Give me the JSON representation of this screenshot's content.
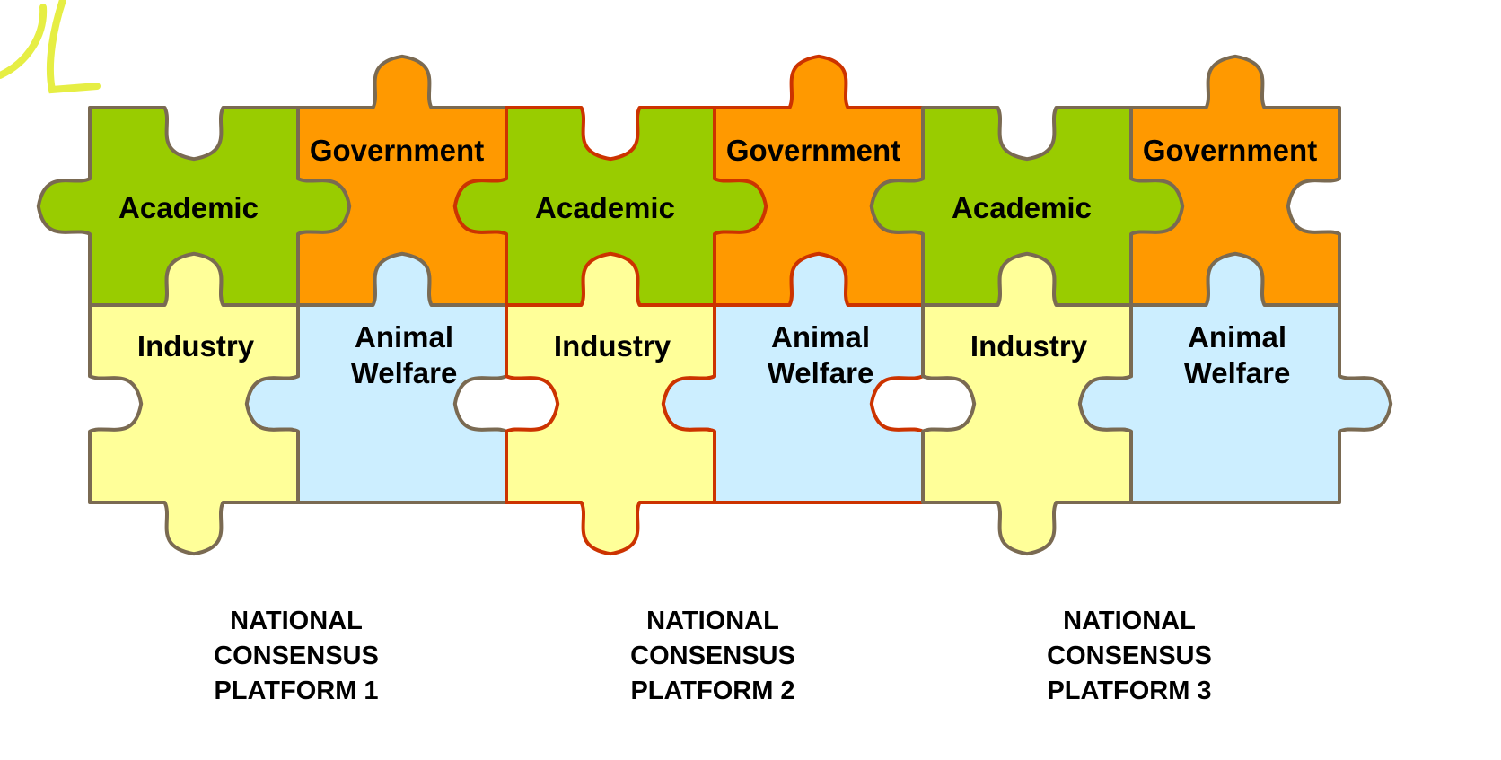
{
  "colors": {
    "academic": "#99cc00",
    "government": "#ff9900",
    "industry": "#ffff99",
    "animal_welfare": "#cceeff",
    "outline_default": "#7a6a52",
    "outline_highlight": "#cc3300",
    "decoration": "#e6ee44"
  },
  "platforms": [
    {
      "academic": "Academic",
      "government": "Government",
      "industry": "Industry",
      "animal_welfare": [
        "Animal",
        "Welfare"
      ],
      "caption": [
        "NATIONAL",
        "CONSENSUS",
        "PLATFORM 1"
      ],
      "highlighted": false
    },
    {
      "academic": "Academic",
      "government": "Government",
      "industry": "Industry",
      "animal_welfare": [
        "Animal",
        "Welfare"
      ],
      "caption": [
        "NATIONAL",
        "CONSENSUS",
        "PLATFORM 2"
      ],
      "highlighted": true
    },
    {
      "academic": "Academic",
      "government": "Government",
      "industry": "Industry",
      "animal_welfare": [
        "Animal",
        "Welfare"
      ],
      "caption": [
        "NATIONAL",
        "CONSENSUS",
        "PLATFORM 3"
      ],
      "highlighted": false
    }
  ]
}
